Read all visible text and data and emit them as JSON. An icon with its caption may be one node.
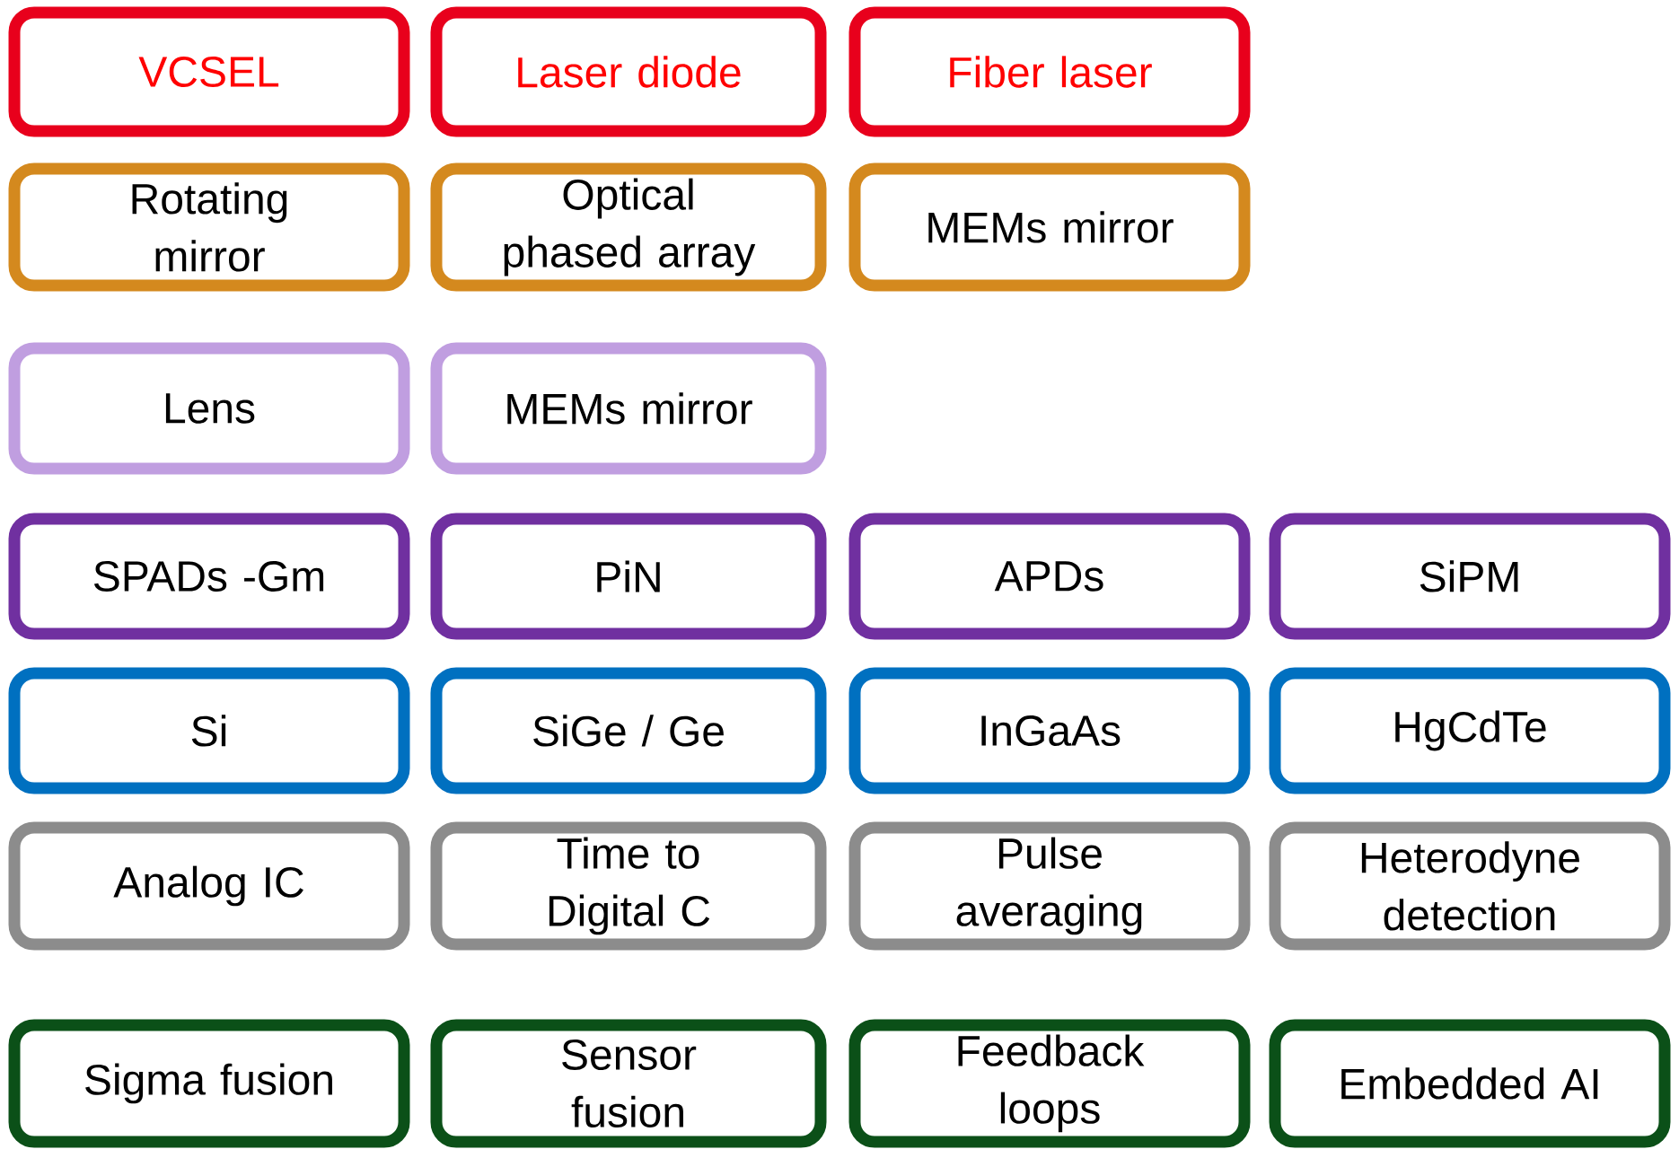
{
  "diagram": {
    "nodes": [
      {
        "text": [
          "VCSEL"
        ]
      },
      {
        "text": [
          "Laser diode"
        ]
      },
      {
        "text": [
          "Fiber laser"
        ]
      },
      {
        "text": [
          "Rotating mirror"
        ]
      },
      {
        "text": [
          "Optical phased array"
        ]
      },
      {
        "text": [
          "MEMs mirror"
        ]
      },
      {
        "text": [
          "Lens"
        ]
      },
      {
        "text": [
          "MEMs mirror"
        ]
      },
      {
        "text": [
          "SPADs -Gm"
        ]
      },
      {
        "text": [
          "PiN"
        ]
      },
      {
        "text": [
          "APDs"
        ]
      },
      {
        "text": [
          "SiPM"
        ]
      },
      {
        "text": [
          "Si"
        ]
      },
      {
        "text": [
          "SiGe / Ge"
        ]
      },
      {
        "text": [
          "InGaAs"
        ]
      },
      {
        "text": [
          "HgCdTe"
        ]
      },
      {
        "text": [
          "Analog IC"
        ]
      },
      {
        "text": [
          "Time to Digital C"
        ]
      },
      {
        "text": [
          "Pulse averaging"
        ]
      },
      {
        "text": [
          "Heterodyne detection"
        ]
      },
      {
        "text": [
          "Sigma fusion"
        ]
      },
      {
        "text": [
          "Sensor fusion"
        ]
      },
      {
        "text": [
          "Feedback loops"
        ]
      },
      {
        "text": [
          "Embedded AI"
        ]
      }
    ]
  }
}
